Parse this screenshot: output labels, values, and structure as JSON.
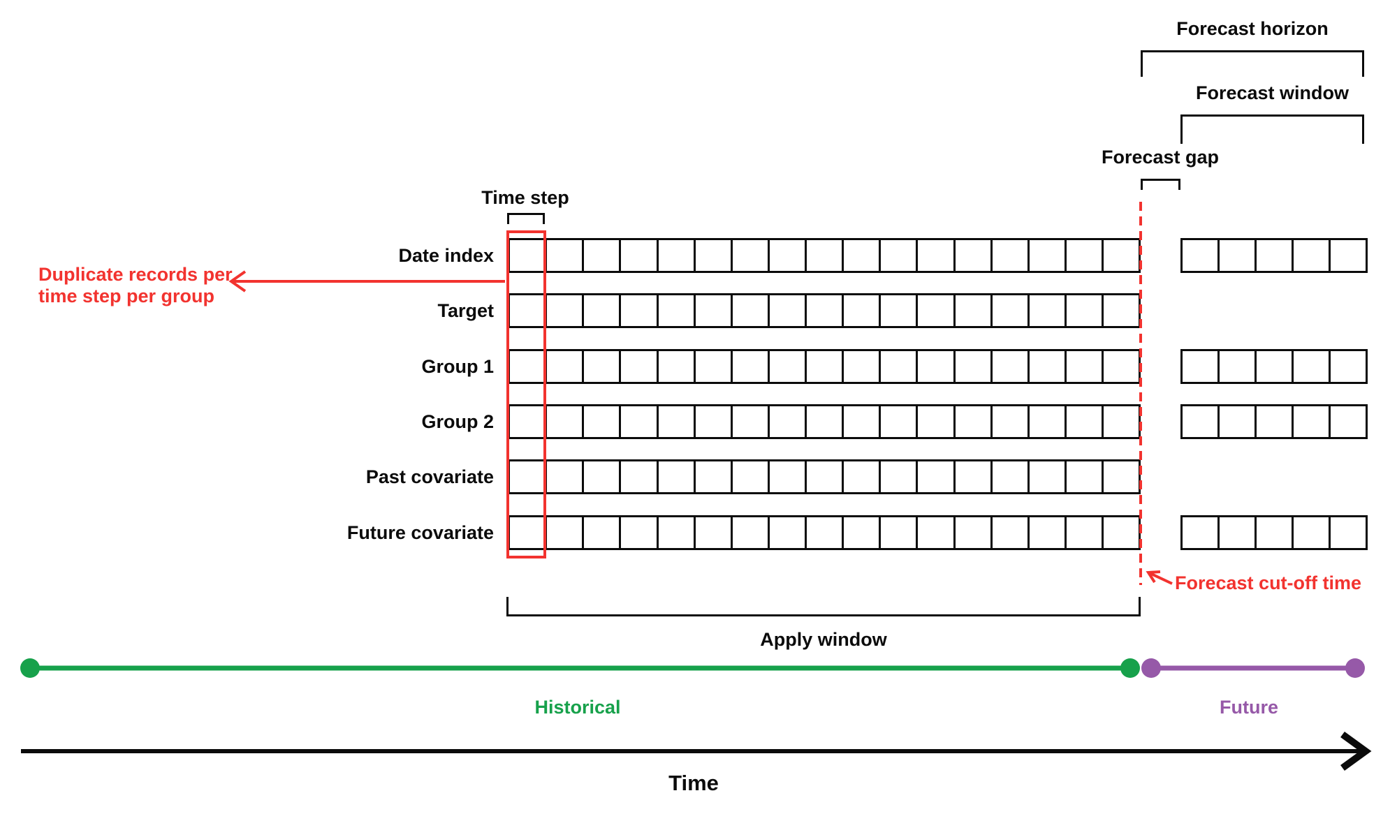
{
  "diagram": {
    "labels": {
      "forecast_horizon": "Forecast horizon",
      "forecast_window": "Forecast window",
      "forecast_gap": "Forecast gap",
      "time_step": "Time step",
      "apply_window": "Apply window",
      "forecast_cutoff": "Forecast cut-off time",
      "duplicate_line1": "Duplicate records per",
      "duplicate_line2": "time step per group",
      "historical": "Historical",
      "future": "Future",
      "time_axis": "Time"
    },
    "grid": {
      "historical_cells": 17,
      "future_cells": 5,
      "rows": [
        {
          "label": "Date index",
          "future_block": true
        },
        {
          "label": "Target",
          "future_block": false
        },
        {
          "label": "Group 1",
          "future_block": true
        },
        {
          "label": "Group 2",
          "future_block": true
        },
        {
          "label": "Past covariate",
          "future_block": false
        },
        {
          "label": "Future covariate",
          "future_block": true
        }
      ]
    },
    "colors": {
      "red": "#F2332F",
      "green": "#17A14B",
      "purple": "#9659A8",
      "black": "#0B0B0B"
    }
  }
}
